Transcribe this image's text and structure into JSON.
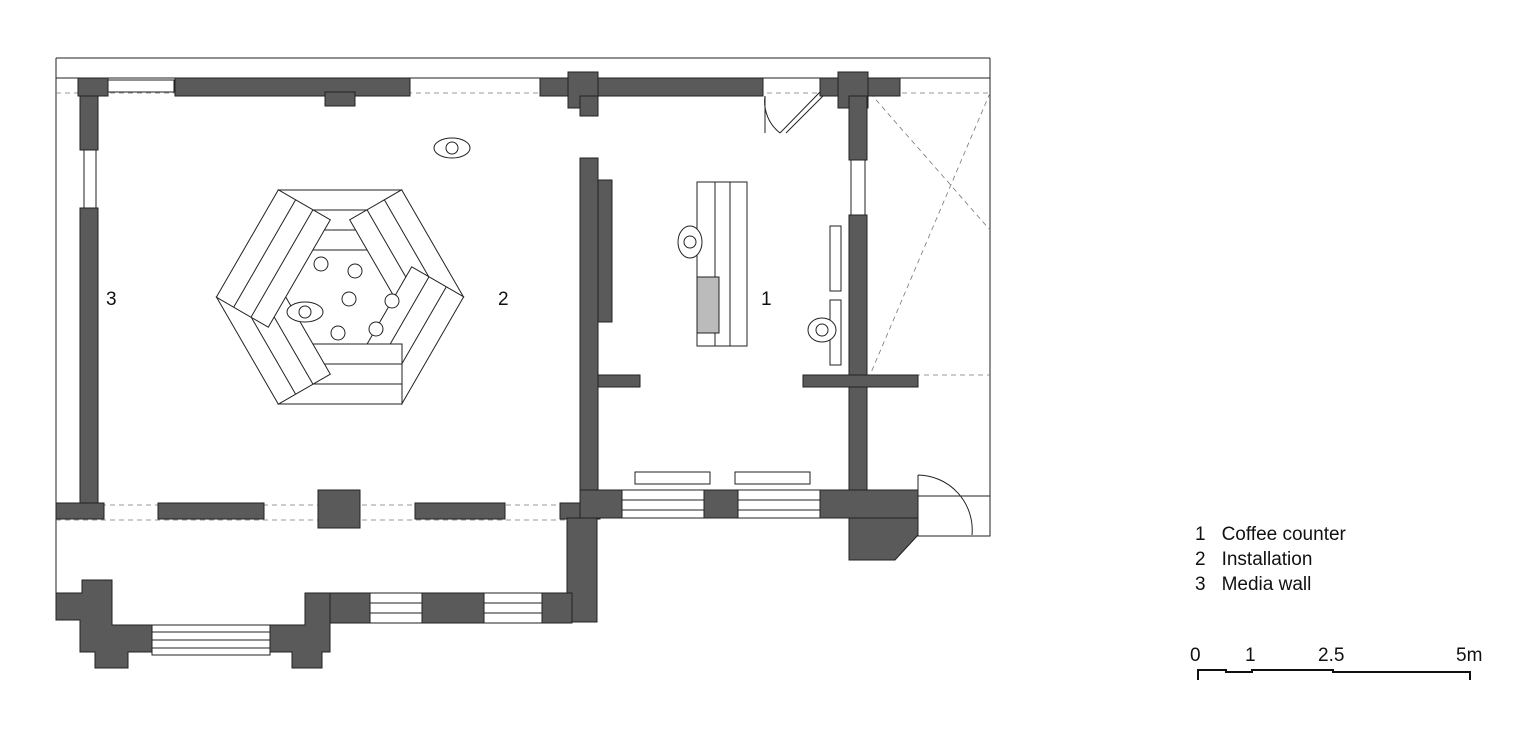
{
  "legend": [
    {
      "num": "1",
      "label": "Coffee counter"
    },
    {
      "num": "2",
      "label": "Installation"
    },
    {
      "num": "3",
      "label": "Media wall"
    }
  ],
  "room_numbers": {
    "coffee": "1",
    "installation": "2",
    "media": "3"
  },
  "scale": {
    "labels": [
      "0",
      "1",
      "2.5",
      "5m"
    ]
  },
  "colors": {
    "wall": "#5a5a5a",
    "line": "#222222"
  }
}
